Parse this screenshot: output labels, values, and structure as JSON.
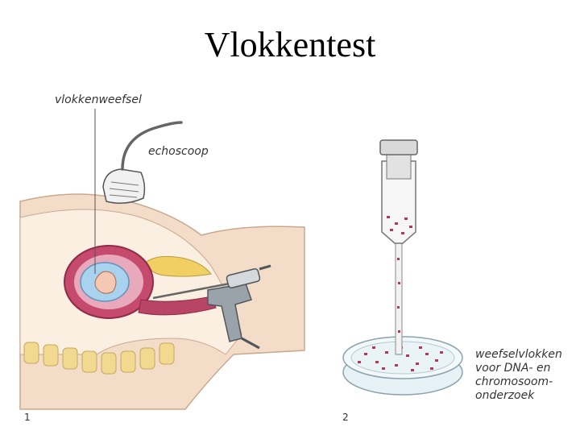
{
  "title": "Vlokkentest",
  "panel1": {
    "number": "1",
    "label_tissue": "vlokkenweefsel",
    "label_probe": "echoscoop"
  },
  "panel2": {
    "number": "2",
    "label_lines": [
      "weefselvlokken",
      "voor DNA- en",
      "chromosoom-",
      "onderzoek"
    ]
  }
}
